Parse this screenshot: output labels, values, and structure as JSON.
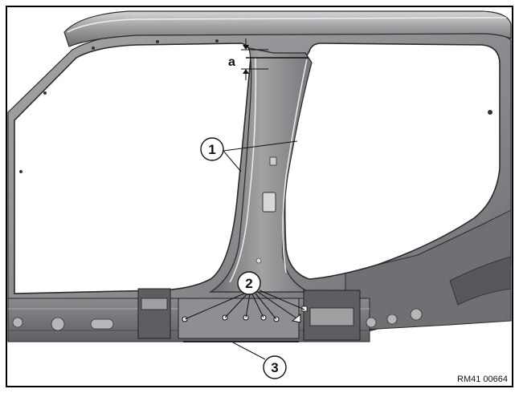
{
  "figure": {
    "dimension_label": "a",
    "callouts": [
      {
        "id": "1",
        "label": "1"
      },
      {
        "id": "2",
        "label": "2"
      },
      {
        "id": "3",
        "label": "3"
      }
    ],
    "reference_code": "RM41 00664"
  },
  "colors": {
    "frame_border": "#000000",
    "panel_fill": "#8c8d8f",
    "panel_shadow": "#55575a",
    "panel_highlight": "#c6c7c9",
    "opening_fill": "#ffffff",
    "outline": "#2a2a2a"
  }
}
